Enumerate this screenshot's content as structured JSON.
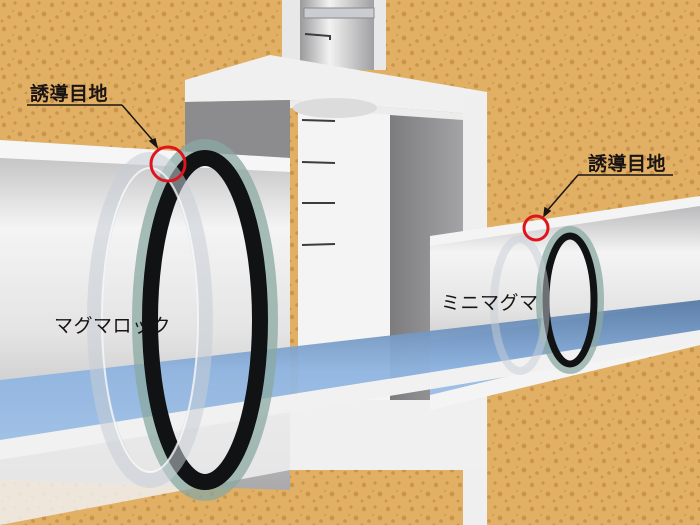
{
  "diagram": {
    "title": "Manhole and pipe joint cross-section",
    "colors": {
      "soil": "#e2b064",
      "soil_speckle": "#c9954a",
      "concrete_light": "#f2f2f2",
      "concrete_shadow": "#8e8e90",
      "pipe_interior": "#e6e6e6",
      "water": "#8fb4e0",
      "water_dark": "#5d7fa8",
      "gasket": "#101214",
      "gasket_edge": "#8aa8a2",
      "highlight_circle": "#e0141c",
      "text": "#1a1414"
    },
    "callouts": [
      {
        "id": "left",
        "text": "誘導目地",
        "target": "large pipe joint"
      },
      {
        "id": "right",
        "text": "誘導目地",
        "target": "small pipe joint"
      }
    ],
    "products": [
      {
        "id": "large",
        "text": "マグマロック"
      },
      {
        "id": "small",
        "text": "ミニマグマ"
      }
    ]
  }
}
